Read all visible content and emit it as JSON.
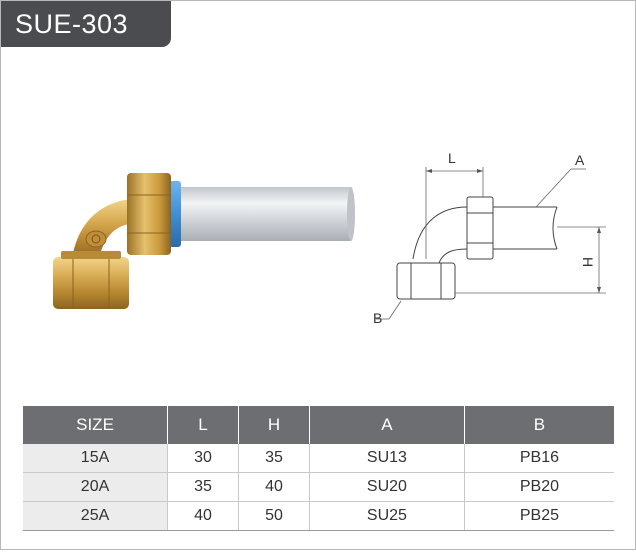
{
  "title": "SUE-303",
  "drawing": {
    "label_l": "L",
    "label_h": "H",
    "label_a": "A",
    "label_b": "B"
  },
  "table": {
    "headers": [
      "SIZE",
      "L",
      "H",
      "A",
      "B"
    ],
    "rows": [
      [
        "15A",
        "30",
        "35",
        "SU13",
        "PB16"
      ],
      [
        "20A",
        "35",
        "40",
        "SU20",
        "PB20"
      ],
      [
        "25A",
        "40",
        "50",
        "SU25",
        "PB25"
      ]
    ]
  },
  "colors": {
    "title_bg": "#4b4c4f",
    "header_bg": "#6d6e71",
    "brass": "#c9a24f",
    "pipe": "#d5d8dc",
    "ring": "#3f8fd6"
  }
}
